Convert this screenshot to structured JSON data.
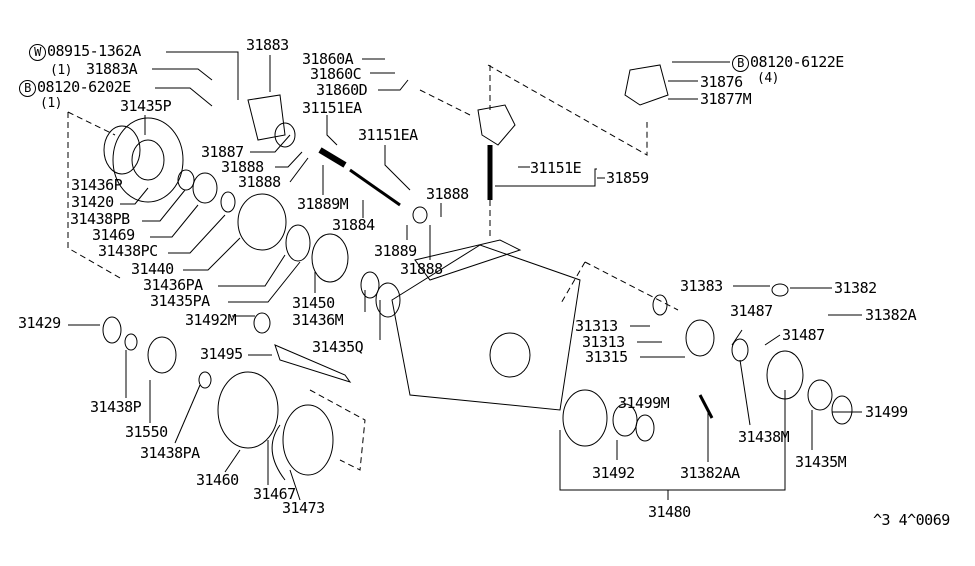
{
  "labels": {
    "w_prefix": "W",
    "p08915": "08915-1362A",
    "q1a": "(1)",
    "p31883A": "31883A",
    "b_prefix": "B",
    "p08120_6202": "08120-6202E",
    "q1b": "(1)",
    "p31883": "31883",
    "p31860A": "31860A",
    "p31860C": "31860C",
    "p31860D": "31860D",
    "p31151EA_1": "31151EA",
    "p31151EA_2": "31151EA",
    "p31435P": "31435P",
    "p31887": "31887",
    "p31888_1": "31888",
    "p31888_2": "31888",
    "p31436P": "31436P",
    "p31420": "31420",
    "p31438PB": "31438PB",
    "p31469": "31469",
    "p31438PC": "31438PC",
    "p31440": "31440",
    "p31436PA": "31436PA",
    "p31435PA": "31435PA",
    "p31889M": "31889M",
    "p31884": "31884",
    "p31888_3": "31888",
    "p31889": "31889",
    "p31888_4": "31888",
    "p31450": "31450",
    "p31436M": "31436M",
    "p31492M": "31492M",
    "p31435Q": "31435Q",
    "p31429": "31429",
    "p31495": "31495",
    "p31438P": "31438P",
    "p31550": "31550",
    "p31438PA": "31438PA",
    "p31460": "31460",
    "p31467": "31467",
    "p31473": "31473",
    "b2_prefix": "B",
    "p08120_6122": "08120-6122E",
    "q4": "(4)",
    "p31876": "31876",
    "p31877M": "31877M",
    "p31151E": "31151E",
    "p31859": "31859",
    "p31383": "31383",
    "p31382": "31382",
    "p31382A": "31382A",
    "p31487_1": "31487",
    "p31487_2": "31487",
    "p31313_1": "31313",
    "p31313_2": "31313",
    "p31315": "31315",
    "p31499M": "31499M",
    "p31499": "31499",
    "p31438M": "31438M",
    "p31435M": "31435M",
    "p31492": "31492",
    "p31382AA": "31382AA",
    "p31480": "31480",
    "footer_code": "^3 4^0069"
  }
}
